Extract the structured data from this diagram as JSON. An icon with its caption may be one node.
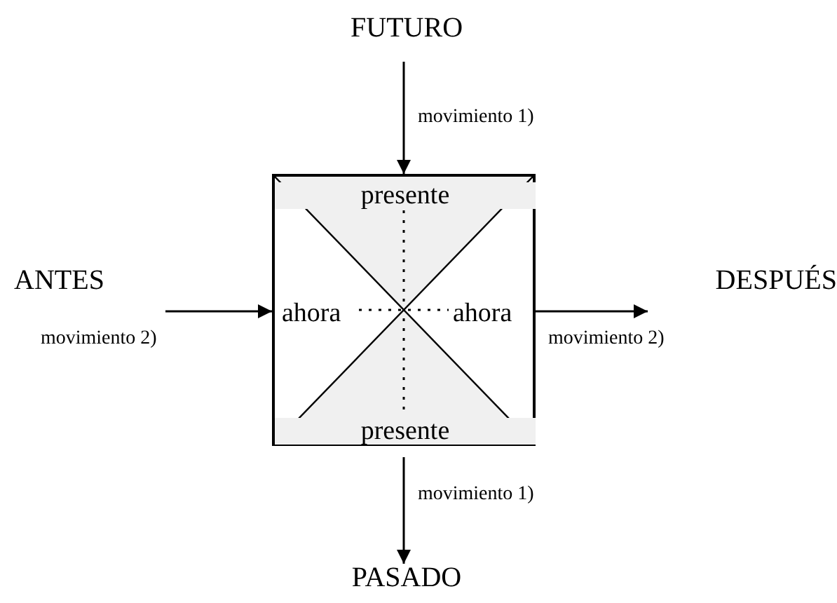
{
  "diagram": {
    "nodes": [
      {
        "text": [
          "presente",
          "ahora",
          "ahora",
          "presente"
        ]
      },
      {
        "text": [
          "FUTURO"
        ]
      },
      {
        "text": [
          "ANTES"
        ]
      },
      {
        "text": [
          "DESPUÉS"
        ]
      },
      {
        "text": [
          "PASADO"
        ]
      }
    ],
    "edges": [
      {
        "from": 1,
        "to": 0,
        "arrow": "to",
        "label": "movimiento 1)"
      },
      {
        "from": 2,
        "to": 0,
        "arrow": "to",
        "label": "movimiento 2)"
      },
      {
        "from": 0,
        "to": 3,
        "arrow": "to",
        "label": "movimiento 2)"
      },
      {
        "from": 0,
        "to": 4,
        "arrow": "to",
        "label": "movimiento 1)"
      }
    ]
  }
}
